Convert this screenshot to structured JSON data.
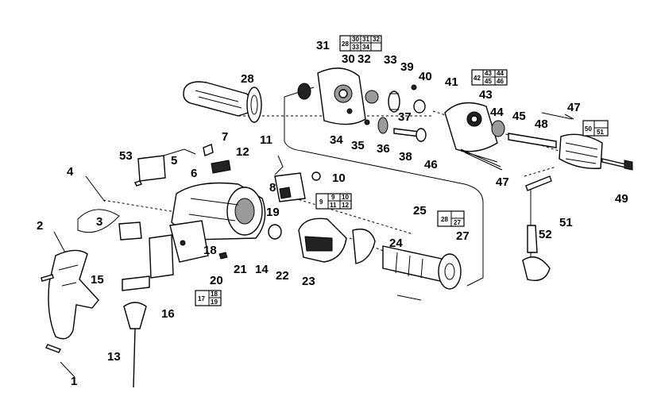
{
  "part_labels": [
    "1",
    "2",
    "3",
    "4",
    "5",
    "6",
    "7",
    "8",
    "10",
    "11",
    "12",
    "13",
    "14",
    "15",
    "16",
    "18",
    "19",
    "20",
    "21",
    "22",
    "23",
    "24",
    "25",
    "27",
    "28",
    "30",
    "31",
    "32",
    "33",
    "34",
    "35",
    "36",
    "37",
    "38",
    "39",
    "40",
    "41",
    "43",
    "44",
    "45",
    "46",
    "47",
    "47",
    "48",
    "49",
    "51",
    "52",
    "53"
  ],
  "ref_boxes": [
    {
      "rows": [
        [
          "28",
          "30",
          "31",
          "32"
        ],
        [
          "",
          "33",
          "34",
          ""
        ]
      ]
    },
    {
      "rows": [
        [
          "42",
          "43",
          "44"
        ],
        [
          "",
          "45",
          "46"
        ]
      ]
    },
    {
      "rows": [
        [
          "9",
          "9",
          "10"
        ],
        [
          "",
          "11",
          "12"
        ]
      ]
    },
    {
      "rows": [
        [
          "28"
        ],
        [
          "27"
        ]
      ]
    },
    {
      "rows": [
        [
          "50"
        ],
        [
          "51"
        ]
      ]
    },
    {
      "rows": [
        [
          "17",
          "18"
        ],
        [
          "",
          "19"
        ]
      ]
    }
  ]
}
